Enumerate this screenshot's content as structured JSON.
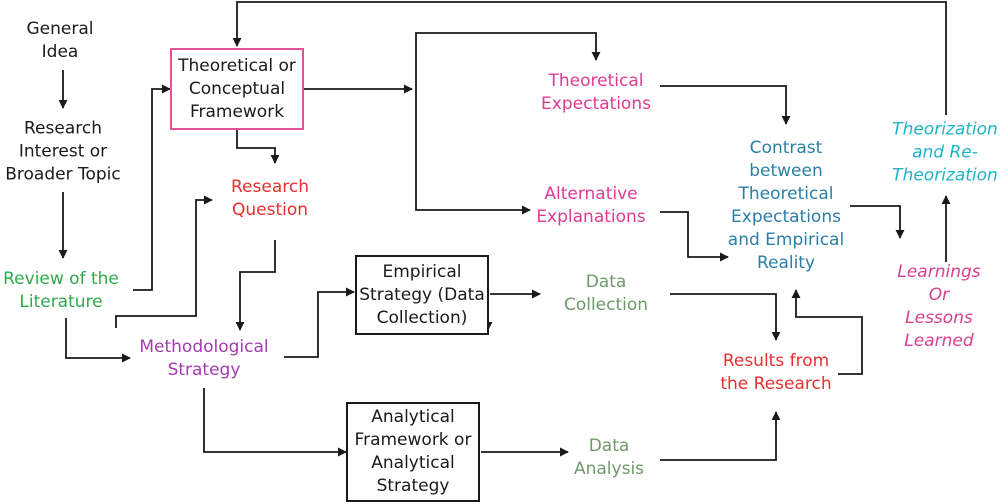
{
  "diagram": {
    "nodes": {
      "general_idea": "General\nIdea",
      "research_interest": "Research\nInterest or\nBroader Topic",
      "review_literature": "Review of the\nLiterature",
      "framework": "Theoretical or\nConceptual\nFramework",
      "research_question": "Research\nQuestion",
      "methodological_strategy": "Methodological\nStrategy",
      "empirical_strategy": "Empirical\nStrategy (Data\nCollection)",
      "analytical_framework": "Analytical\nFramework or\nAnalytical\nStrategy",
      "theoretical_expectations": "Theoretical\nExpectations",
      "alternative_explanations": "Alternative\nExplanations",
      "data_collection": "Data\nCollection",
      "data_analysis": "Data\nAnalysis",
      "contrast": "Contrast\nbetween\nTheoretical\nExpectations\nand Empirical\nReality",
      "results": "Results from\nthe Research",
      "theorization": "Theorization\nand Re-\nTheorization",
      "learnings": "Learnings\nOr Lessons\nLearned"
    },
    "colors": {
      "line": "#1a1a1a",
      "black": "#1a1a1a",
      "green": "#2eaa4a",
      "red": "#e8302e",
      "magenta": "#e23a92",
      "purple": "#a53bb0",
      "sage": "#6e9a6a",
      "blue": "#2b7fa6",
      "cyan": "#1fb3c9",
      "pink": "#d9408e"
    }
  }
}
